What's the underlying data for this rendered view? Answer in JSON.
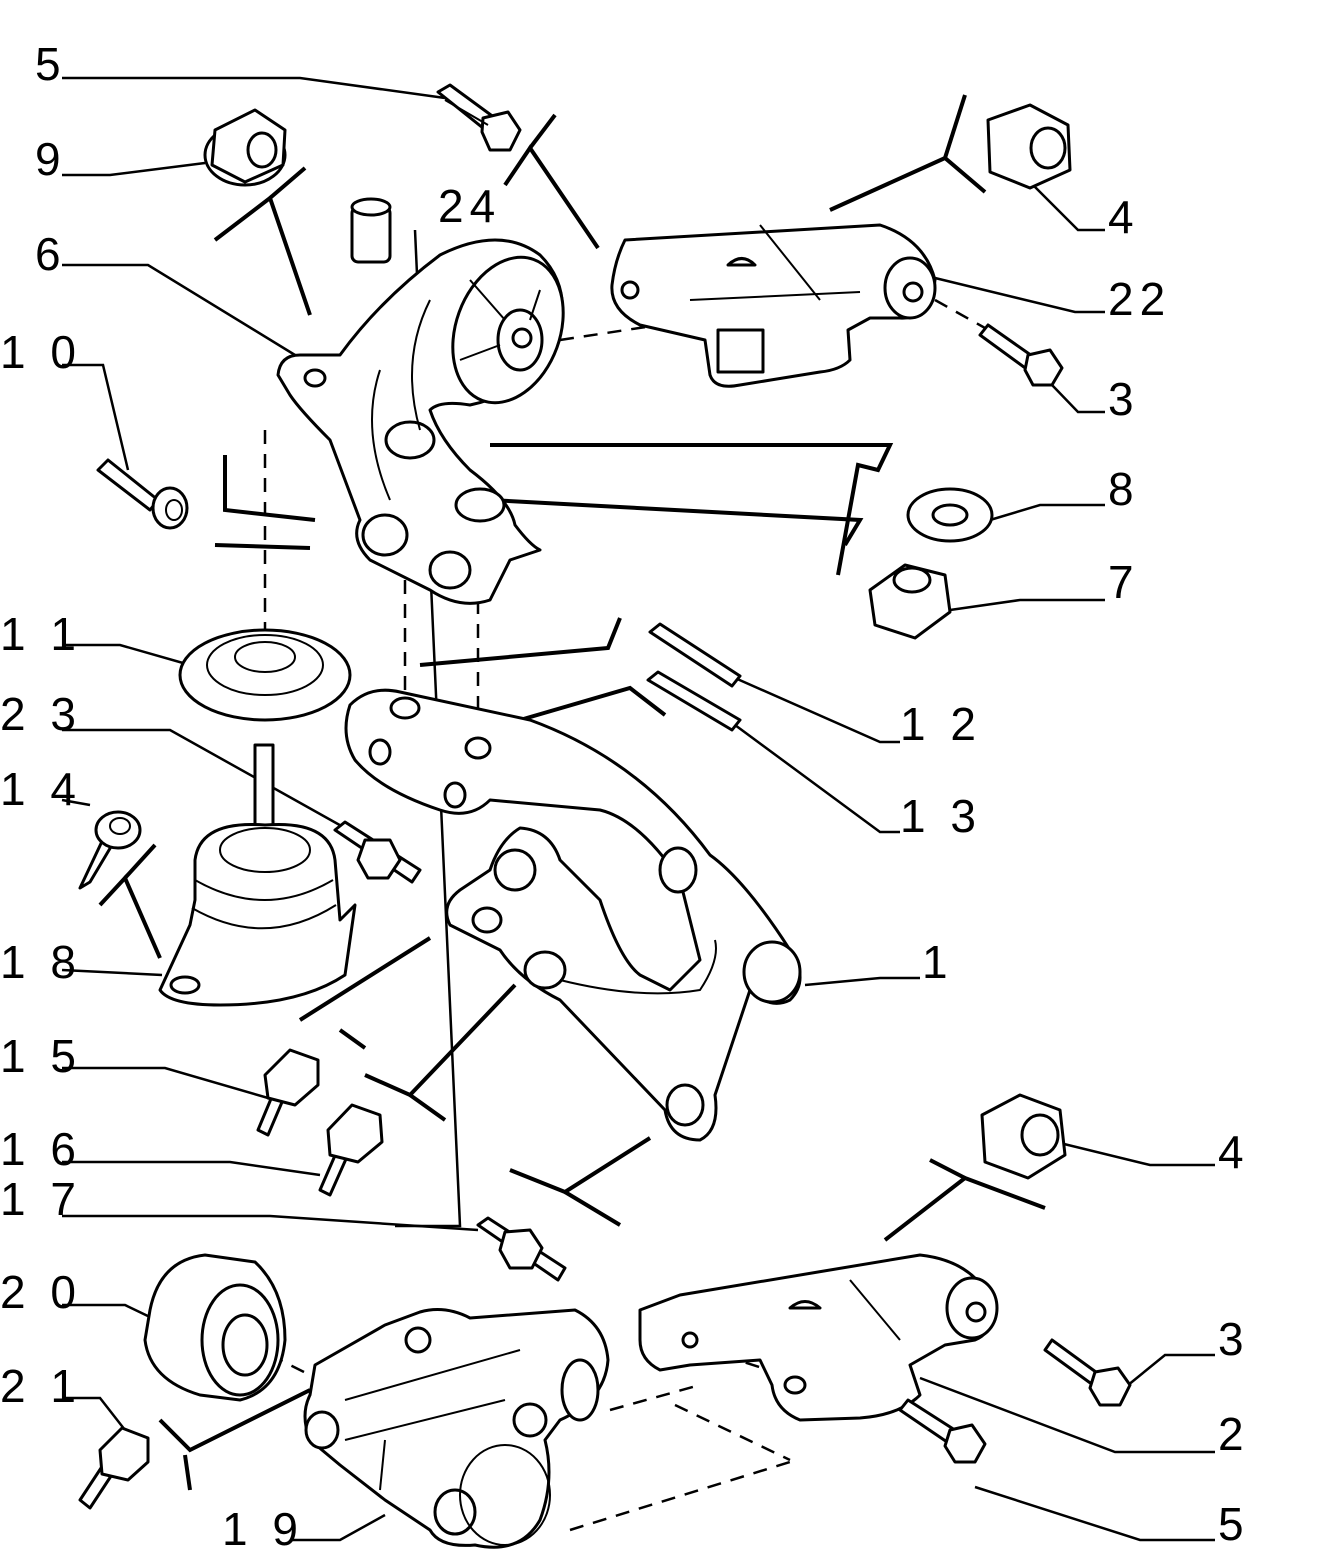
{
  "callouts": [
    {
      "id": "c1",
      "label": "1"
    },
    {
      "id": "c2",
      "label": "2"
    },
    {
      "id": "c3a",
      "label": "3"
    },
    {
      "id": "c3b",
      "label": "3"
    },
    {
      "id": "c4a",
      "label": "4"
    },
    {
      "id": "c4b",
      "label": "4"
    },
    {
      "id": "c5a",
      "label": "5"
    },
    {
      "id": "c5b",
      "label": "5"
    },
    {
      "id": "c6",
      "label": "6"
    },
    {
      "id": "c7",
      "label": "7"
    },
    {
      "id": "c8",
      "label": "8"
    },
    {
      "id": "c9",
      "label": "9"
    },
    {
      "id": "c10",
      "label": "1 0"
    },
    {
      "id": "c11",
      "label": "1 1"
    },
    {
      "id": "c12",
      "label": "1 2"
    },
    {
      "id": "c13",
      "label": "1 3"
    },
    {
      "id": "c14",
      "label": "1 4"
    },
    {
      "id": "c15",
      "label": "1 5"
    },
    {
      "id": "c16",
      "label": "1 6"
    },
    {
      "id": "c17",
      "label": "1 7"
    },
    {
      "id": "c18",
      "label": "1 8"
    },
    {
      "id": "c19",
      "label": "1 9"
    },
    {
      "id": "c20",
      "label": "2 0"
    },
    {
      "id": "c21",
      "label": "2 1"
    },
    {
      "id": "c22",
      "label": "22"
    },
    {
      "id": "c23",
      "label": "2 3"
    },
    {
      "id": "c24",
      "label": "24"
    }
  ]
}
